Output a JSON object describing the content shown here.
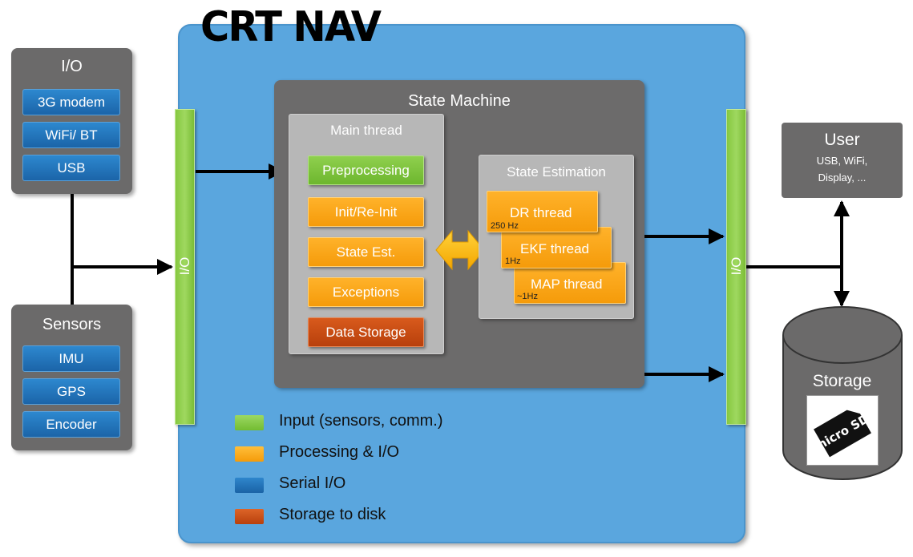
{
  "title": "CRT NAV",
  "io_panel": {
    "title": "I/O",
    "items": [
      "3G modem",
      "WiFi/ BT",
      "USB"
    ]
  },
  "sensors_panel": {
    "title": "Sensors",
    "items": [
      "IMU",
      "GPS",
      "Encoder"
    ]
  },
  "io_bar_left": "I/O",
  "io_bar_right": "I/O",
  "state_machine": {
    "title": "State Machine",
    "main_thread": {
      "title": "Main thread",
      "items": [
        "Preprocessing",
        "Init/Re-Init",
        "State Est.",
        "Exceptions",
        "Data Storage"
      ]
    },
    "state_estimation": {
      "title": "State Estimation",
      "threads": [
        {
          "name": "DR thread",
          "rate": "250 Hz"
        },
        {
          "name": "EKF thread",
          "rate": "1Hz"
        },
        {
          "name": "MAP thread",
          "rate": "~1Hz"
        }
      ]
    }
  },
  "user": {
    "title": "User",
    "line1": "USB, WiFi,",
    "line2": "Display, ..."
  },
  "storage": {
    "title": "Storage",
    "card_text": "micro SD"
  },
  "legend": [
    {
      "label": "Input (sensors, comm.)",
      "color": "#7ec53c"
    },
    {
      "label": "Processing & I/O",
      "color": "#f9a519"
    },
    {
      "label": "Serial I/O",
      "color": "#1f6fb3"
    },
    {
      "label": "Storage to disk",
      "color": "#c44b12"
    }
  ],
  "colors": {
    "panel_blue": "#5aa6de",
    "panel_grey": "#6b6a6a",
    "input_green": "#7ec53c",
    "processing_orange": "#f9a519",
    "serial_blue": "#1f6fb3",
    "storage_red": "#c44b12"
  }
}
